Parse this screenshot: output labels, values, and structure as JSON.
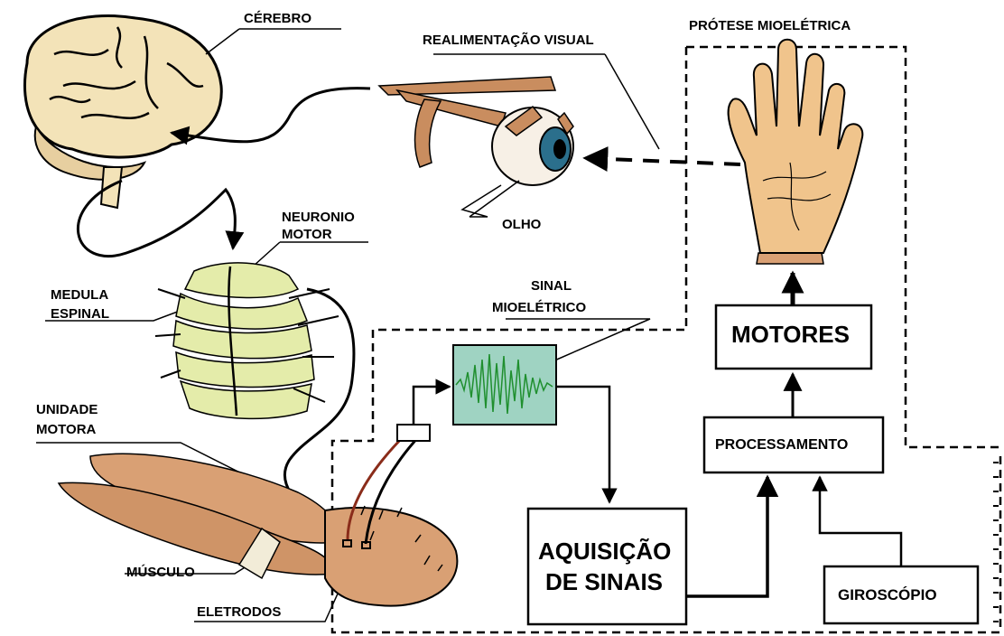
{
  "labels": {
    "cerebro": "CÉREBRO",
    "realimentacao": "REALIMENTAÇÃO VISUAL",
    "protese": "PRÓTESE MIOELÉTRICA",
    "olho": "OLHO",
    "neuronio_line1": "NEURONIO",
    "neuronio_line2": "MOTOR",
    "medula_line1": "MEDULA",
    "medula_line2": "ESPINAL",
    "sinal_line1": "SINAL",
    "sinal_line2": "MIOELÉTRICO",
    "unidade_line1": "UNIDADE",
    "unidade_line2": "MOTORA",
    "musculo": "MÚSCULO",
    "eletrodos": "ELETRODOS"
  },
  "boxes": {
    "motores": "MOTORES",
    "processamento": "PROCESSAMENTO",
    "aquisicao_line1": "AQUISIÇÃO",
    "aquisicao_line2": "DE  SINAIS",
    "giroscopio": "GIROSCÓPIO"
  },
  "colors": {
    "brain": "#f3e3b8",
    "spine": "#e4ecaa",
    "muscle": "#d9a074",
    "hand": "#f0c48c",
    "signal_bg": "#9fd3c2",
    "signal_wave": "#1f8f2e"
  }
}
